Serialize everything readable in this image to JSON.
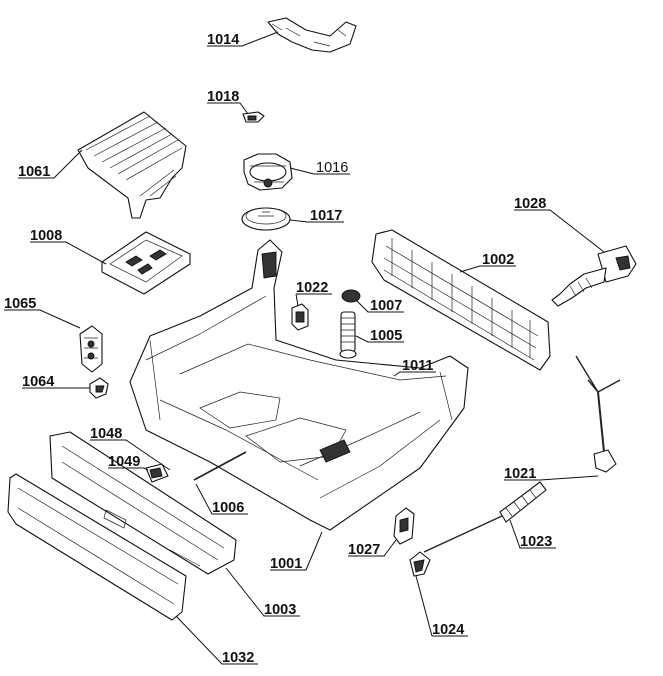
{
  "parts": [
    {
      "id": "p1014",
      "label": "1014"
    },
    {
      "id": "p1018",
      "label": "1018"
    },
    {
      "id": "p1061",
      "label": "1061"
    },
    {
      "id": "p1016",
      "label": "1016"
    },
    {
      "id": "p1017",
      "label": "1017"
    },
    {
      "id": "p1028",
      "label": "1028"
    },
    {
      "id": "p1008",
      "label": "1008"
    },
    {
      "id": "p1002",
      "label": "1002"
    },
    {
      "id": "p1065",
      "label": "1065"
    },
    {
      "id": "p1022",
      "label": "1022"
    },
    {
      "id": "p1007",
      "label": "1007"
    },
    {
      "id": "p1005",
      "label": "1005"
    },
    {
      "id": "p1011",
      "label": "1011"
    },
    {
      "id": "p1064",
      "label": "1064"
    },
    {
      "id": "p1048",
      "label": "1048"
    },
    {
      "id": "p1049",
      "label": "1049"
    },
    {
      "id": "p1021",
      "label": "1021"
    },
    {
      "id": "p1006",
      "label": "1006"
    },
    {
      "id": "p1023",
      "label": "1023"
    },
    {
      "id": "p1027",
      "label": "1027"
    },
    {
      "id": "p1001",
      "label": "1001"
    },
    {
      "id": "p1003",
      "label": "1003"
    },
    {
      "id": "p1024",
      "label": "1024"
    },
    {
      "id": "p1032",
      "label": "1032"
    }
  ]
}
